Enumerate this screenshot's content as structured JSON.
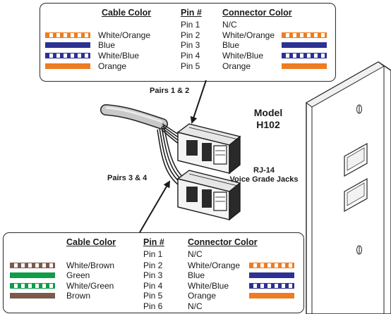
{
  "title": {
    "model_line1": "Model",
    "model_line2": "H102"
  },
  "labels": {
    "pairs_12": "Pairs 1 & 2",
    "pairs_34": "Pairs 3 & 4",
    "rj14_line1": "RJ-14",
    "rj14_line2": "Voice Grade Jacks"
  },
  "top_table": {
    "header_cable": "Cable Color",
    "header_pin": "Pin #",
    "header_connector": "Connector Color",
    "rows": [
      {
        "cable": "",
        "pin": "Pin 1",
        "connector": "N/C",
        "cable_color": null,
        "conn_color": null
      },
      {
        "cable": "White/Orange",
        "pin": "Pin 2",
        "connector": "White/Orange",
        "cable_color": "white-orange",
        "conn_color": "white-orange"
      },
      {
        "cable": "Blue",
        "pin": "Pin 3",
        "connector": "Blue",
        "cable_color": "blue",
        "conn_color": "blue"
      },
      {
        "cable": "White/Blue",
        "pin": "Pin 4",
        "connector": "White/Blue",
        "cable_color": "white-blue",
        "conn_color": "white-blue"
      },
      {
        "cable": "Orange",
        "pin": "Pin 5",
        "connector": "Orange",
        "cable_color": "orange",
        "conn_color": "orange"
      }
    ]
  },
  "bottom_table": {
    "header_cable": "Cable Color",
    "header_pin": "Pin #",
    "header_connector": "Connector Color",
    "rows": [
      {
        "cable": "",
        "pin": "Pin 1",
        "connector": "N/C",
        "cable_color": null,
        "conn_color": null
      },
      {
        "cable": "White/Brown",
        "pin": "Pin 2",
        "connector": "White/Orange",
        "cable_color": "white-brown",
        "conn_color": "white-orange"
      },
      {
        "cable": "Green",
        "pin": "Pin 3",
        "connector": "Blue",
        "cable_color": "green",
        "conn_color": "blue"
      },
      {
        "cable": "White/Green",
        "pin": "Pin 4",
        "connector": "White/Blue",
        "cable_color": "white-green",
        "conn_color": "white-blue"
      },
      {
        "cable": "Brown",
        "pin": "Pin 5",
        "connector": "Orange",
        "cable_color": "brown",
        "conn_color": "orange"
      },
      {
        "cable": "",
        "pin": "Pin 6",
        "connector": "N/C",
        "cable_color": null,
        "conn_color": null
      }
    ]
  },
  "colors": {
    "orange": "#ee7d22",
    "blue": "#2e3192",
    "green": "#0f9d4a",
    "brown": "#7a5a4c"
  }
}
